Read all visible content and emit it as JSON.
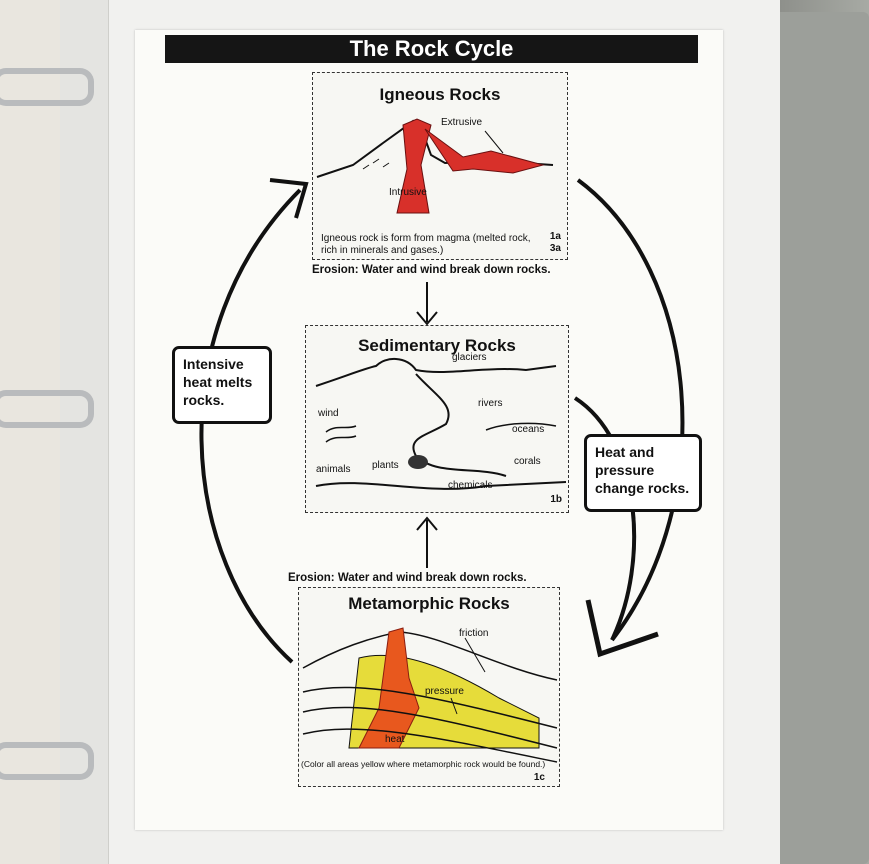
{
  "title": "The Rock Cycle",
  "igneous": {
    "title": "Igneous Rocks",
    "labels": {
      "extrusive": "Extrusive",
      "intrusive": "Intrusive"
    },
    "caption": "Igneous rock is form from magma (melted rock, rich in minerals and gases.)",
    "num_a": "1a",
    "num_b": "3a"
  },
  "erosion_top": "Erosion:  Water and wind break down rocks.",
  "sedimentary": {
    "title": "Sedimentary Rocks",
    "labels": {
      "glaciers": "glaciers",
      "wind": "wind",
      "rivers": "rivers",
      "oceans": "oceans",
      "animals": "animals",
      "plants": "plants",
      "corals": "corals",
      "chemicals": "chemicals"
    },
    "num": "1b"
  },
  "erosion_bottom": "Erosion:  Water and wind break down rocks.",
  "metamorphic": {
    "title": "Metamorphic Rocks",
    "labels": {
      "friction": "friction",
      "pressure": "pressure",
      "heat": "heat"
    },
    "caption": "(Color all areas yellow where metamorphic rock would be found.)",
    "num": "1c"
  },
  "left_box": {
    "line1": "Intensive",
    "line2": "heat melts",
    "line3": "rocks."
  },
  "right_box": {
    "line1": "Heat and",
    "line2": "pressure",
    "line3": "change rocks."
  },
  "colors": {
    "magma": "#d8302a",
    "metamorphic": "#e6dc3a",
    "title_bar": "#151515"
  }
}
